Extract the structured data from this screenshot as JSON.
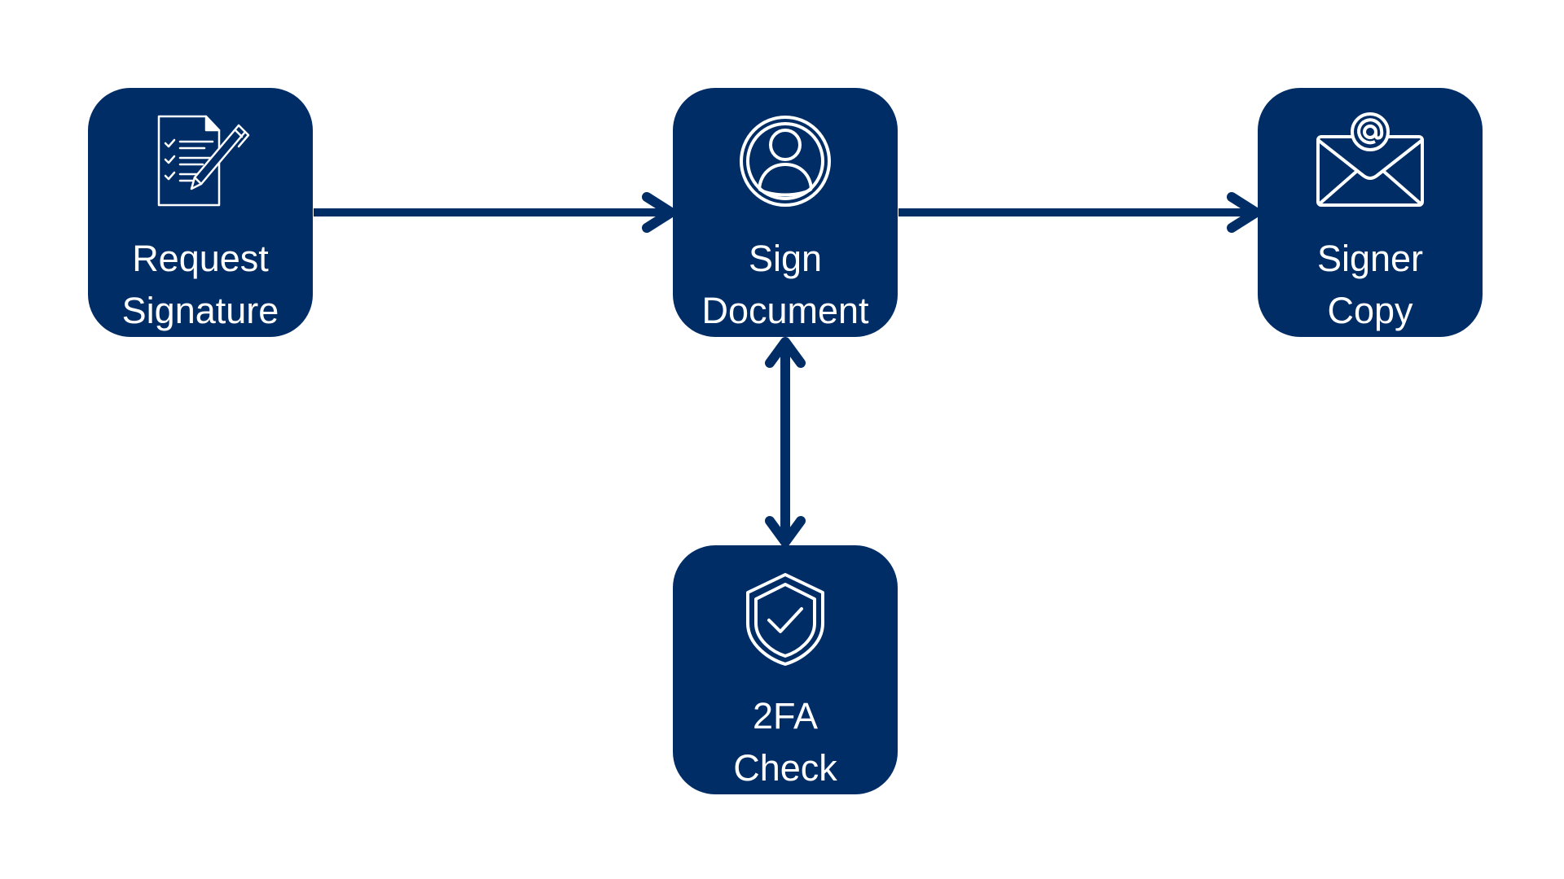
{
  "diagram": {
    "colors": {
      "node_fill": "#002d66",
      "connector": "#002d66",
      "text": "#ffffff",
      "background": "#ffffff"
    },
    "nodes": [
      {
        "id": "request",
        "icon": "document-checklist-pen-icon",
        "label_lines": [
          "Request",
          "Signature"
        ]
      },
      {
        "id": "sign",
        "icon": "user-circle-icon",
        "label_lines": [
          "Sign",
          "Document"
        ]
      },
      {
        "id": "copy",
        "icon": "envelope-at-icon",
        "label_lines": [
          "Signer",
          "Copy"
        ]
      },
      {
        "id": "twofa",
        "icon": "shield-check-icon",
        "label_lines": [
          "2FA",
          "Check"
        ]
      }
    ],
    "edges": [
      {
        "from": "request",
        "to": "sign",
        "direction": "forward"
      },
      {
        "from": "sign",
        "to": "copy",
        "direction": "forward"
      },
      {
        "from": "sign",
        "to": "twofa",
        "direction": "both"
      }
    ]
  }
}
